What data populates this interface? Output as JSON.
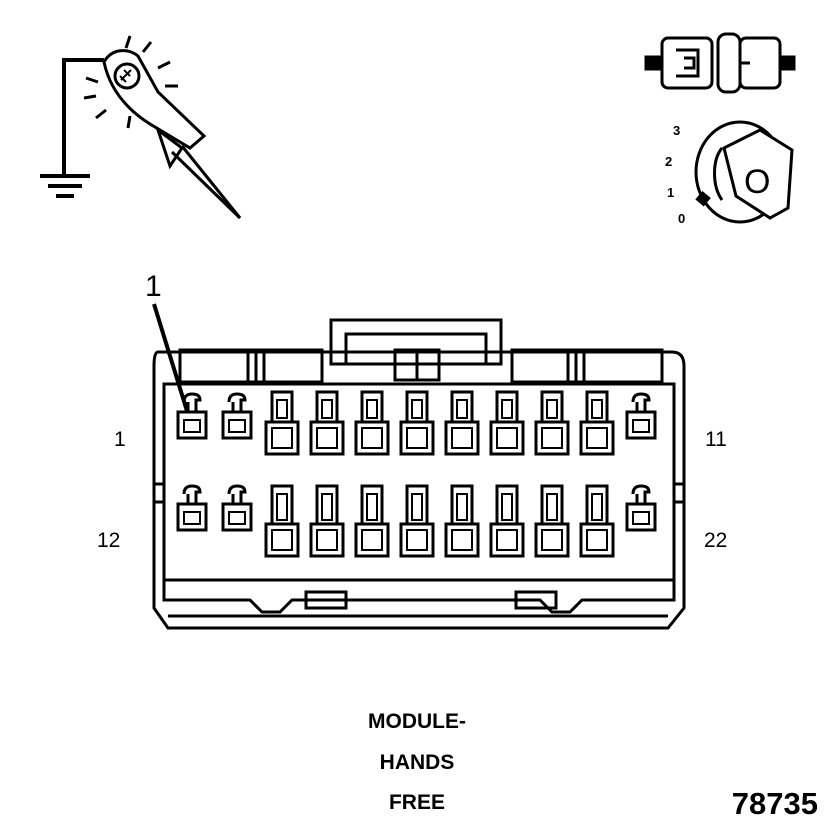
{
  "callout": {
    "number": "1"
  },
  "connector": {
    "pin_labels": {
      "top_left": "1",
      "top_right": "11",
      "bottom_left": "12",
      "bottom_right": "22"
    },
    "rows": [
      [
        "hook",
        "hook",
        "square",
        "square",
        "square",
        "square",
        "square",
        "square",
        "square",
        "square",
        "hook"
      ],
      [
        "hook",
        "hook",
        "square",
        "square",
        "square",
        "square",
        "square",
        "square",
        "square",
        "square",
        "hook"
      ]
    ]
  },
  "caption": {
    "line1": "MODULE-",
    "line2": "HANDS",
    "line3": "FREE"
  },
  "figure_number": "78735",
  "icons": {
    "probe": "ground-probe-icon",
    "connector_state": "disconnected-connector-icon",
    "ignition_key": "ignition-key-icon"
  },
  "ignition": {
    "positions": [
      "3",
      "2",
      "1",
      "0"
    ],
    "key_letter": "O"
  }
}
